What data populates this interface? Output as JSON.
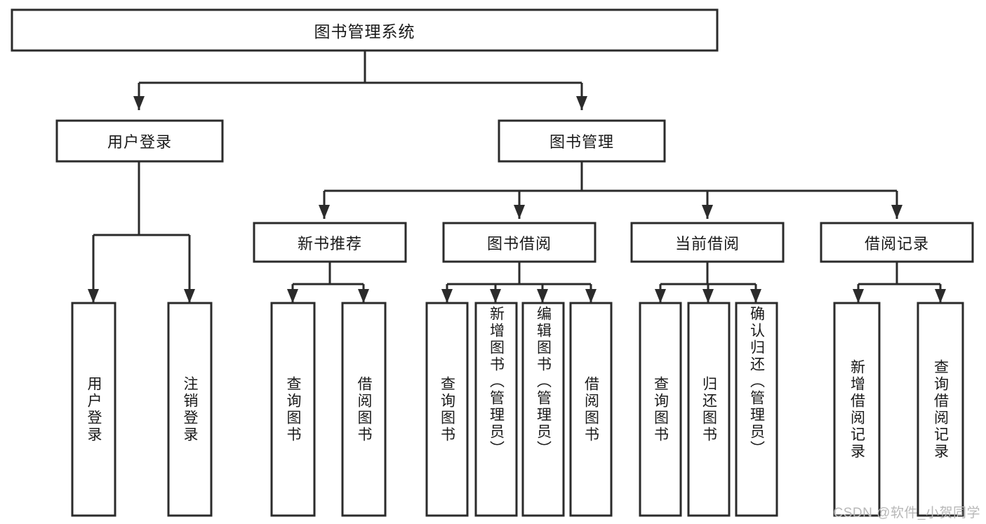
{
  "diagram": {
    "title": "图书管理系统",
    "type": "tree-hierarchy",
    "watermark": "CSDN @软件_小贺同学",
    "colors": {
      "stroke": "#2b2b2b",
      "fill": "#ffffff",
      "text": "#1a1a1a",
      "watermark": "#b8b8b8"
    },
    "levels": {
      "root": {
        "label": "图书管理系统"
      },
      "level2": [
        {
          "label": "用户登录"
        },
        {
          "label": "图书管理"
        }
      ],
      "level3": [
        {
          "label": "新书推荐"
        },
        {
          "label": "图书借阅"
        },
        {
          "label": "当前借阅"
        },
        {
          "label": "借阅记录"
        }
      ],
      "leaves": {
        "user_login": [
          {
            "label": "用户登录"
          },
          {
            "label": "注销登录"
          }
        ],
        "new_book_recommend": [
          {
            "label": "查询图书"
          },
          {
            "label": "借阅图书"
          }
        ],
        "book_borrow": [
          {
            "label": "查询图书"
          },
          {
            "label": "新增图书（管理员）"
          },
          {
            "label": "编辑图书（管理员）"
          },
          {
            "label": "借阅图书"
          }
        ],
        "current_borrow": [
          {
            "label": "查询图书"
          },
          {
            "label": "归还图书"
          },
          {
            "label": "确认归还（管理员）"
          }
        ],
        "borrow_records": [
          {
            "label": "新增借阅记录"
          },
          {
            "label": "查询借阅记录"
          }
        ]
      }
    }
  }
}
